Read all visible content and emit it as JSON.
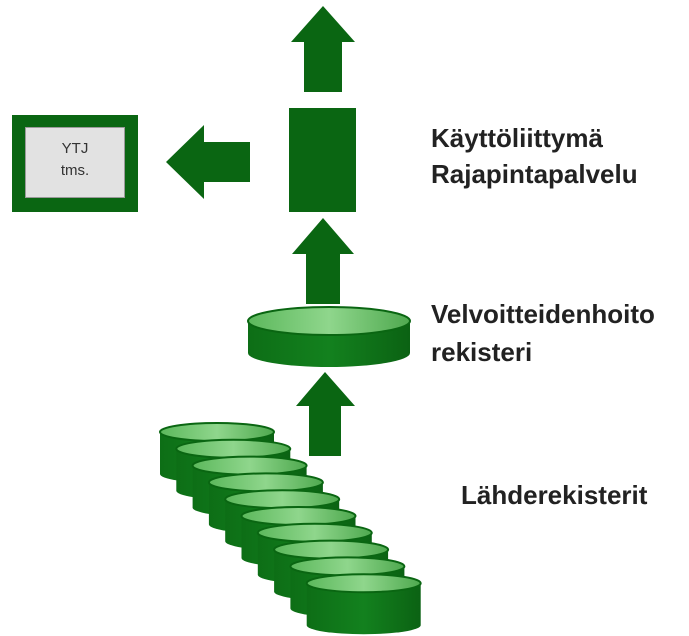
{
  "colors": {
    "green_dark": "#0a6612",
    "green_mid": "#1f8a2b",
    "green_light": "#6cc46a",
    "box_fill": "#e2e2e2",
    "text": "#222222"
  },
  "ytj_box": {
    "line1": "YTJ",
    "line2": "tms."
  },
  "labels": {
    "interface_line1": "Käyttöliittymä",
    "interface_line2": "Rajapintapalvelu",
    "registry_line1": "Velvoitteidenhoito",
    "registry_line2": "rekisteri",
    "sources": "Lähderekisterit"
  }
}
